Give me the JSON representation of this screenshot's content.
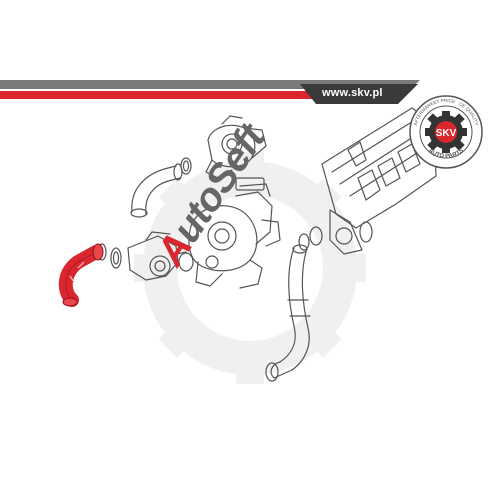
{
  "header": {
    "url": "www.skv.pl"
  },
  "watermark": {
    "first_letter": "A",
    "rest": "utoSeft"
  },
  "seal": {
    "center_text": "SKV",
    "ring_top": "AFTERMARKET PRICE · OE QUALITY",
    "ring_bottom": "AUTO PARTS"
  },
  "colors": {
    "brand_red": "#d9262f",
    "ink": "#555555",
    "watermark_gray": "#ebebeb"
  }
}
